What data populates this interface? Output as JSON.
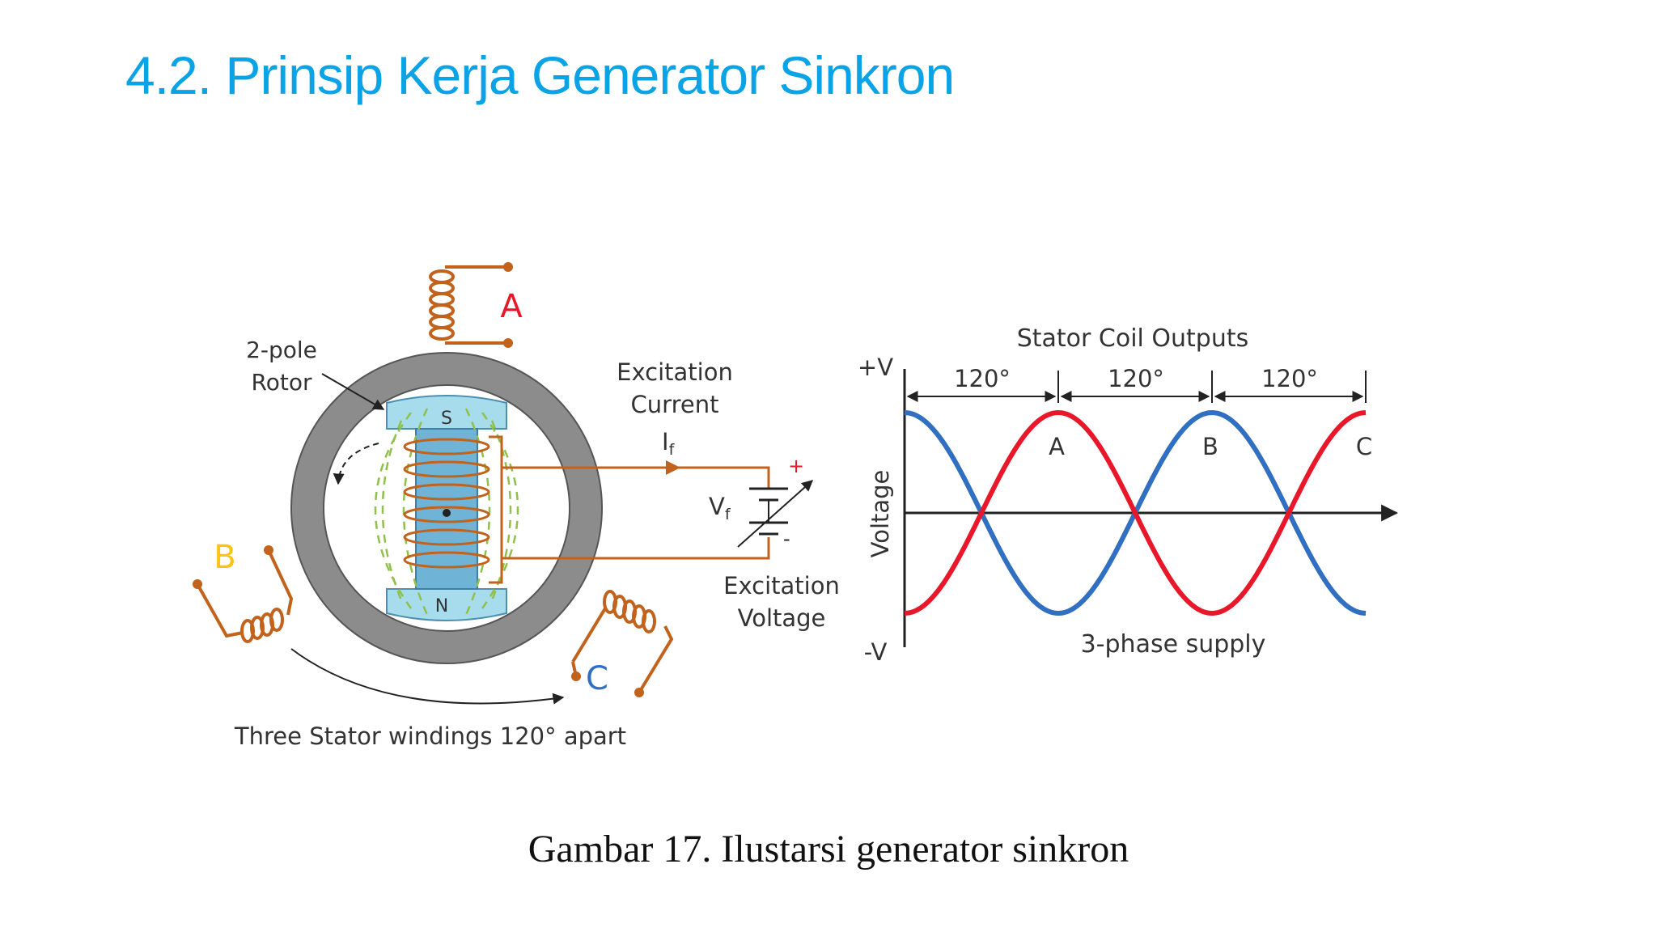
{
  "slide": {
    "title": "4.2. Prinsip Kerja Generator Sinkron",
    "caption": "Gambar 17. Ilustarsi generator sinkron"
  },
  "colors": {
    "title": "#0aa3e6",
    "phase_a": "#e8172a",
    "phase_b": "#ffc20e",
    "phase_c": "#2f6fc4",
    "stator": "#8c8c8c",
    "rotor": "#a7dcec",
    "winding": "#c1631c",
    "field": "#8fc04a"
  },
  "generator": {
    "rotor_label_line1": "2-pole",
    "rotor_label_line2": "Rotor",
    "pole_s": "S",
    "pole_n": "N",
    "coil_a": "A",
    "coil_b": "B",
    "coil_c": "C",
    "current_line1": "Excitation",
    "current_line2": "Current",
    "current_symbol": "I",
    "current_sub": "f",
    "voltage_symbol": "V",
    "voltage_sub": "f",
    "plus": "+",
    "minus": "-",
    "voltage_line1": "Excitation",
    "voltage_line2": "Voltage",
    "windings_label": "Three Stator windings 120° apart"
  },
  "waveform": {
    "title": "Stator Coil Outputs",
    "y_top": "+V",
    "y_bottom": "-V",
    "y_axis": "Voltage",
    "spacing_labels": [
      "120°",
      "120°",
      "120°"
    ],
    "peak_labels": [
      "A",
      "B",
      "C"
    ],
    "footer": "3-phase supply"
  }
}
